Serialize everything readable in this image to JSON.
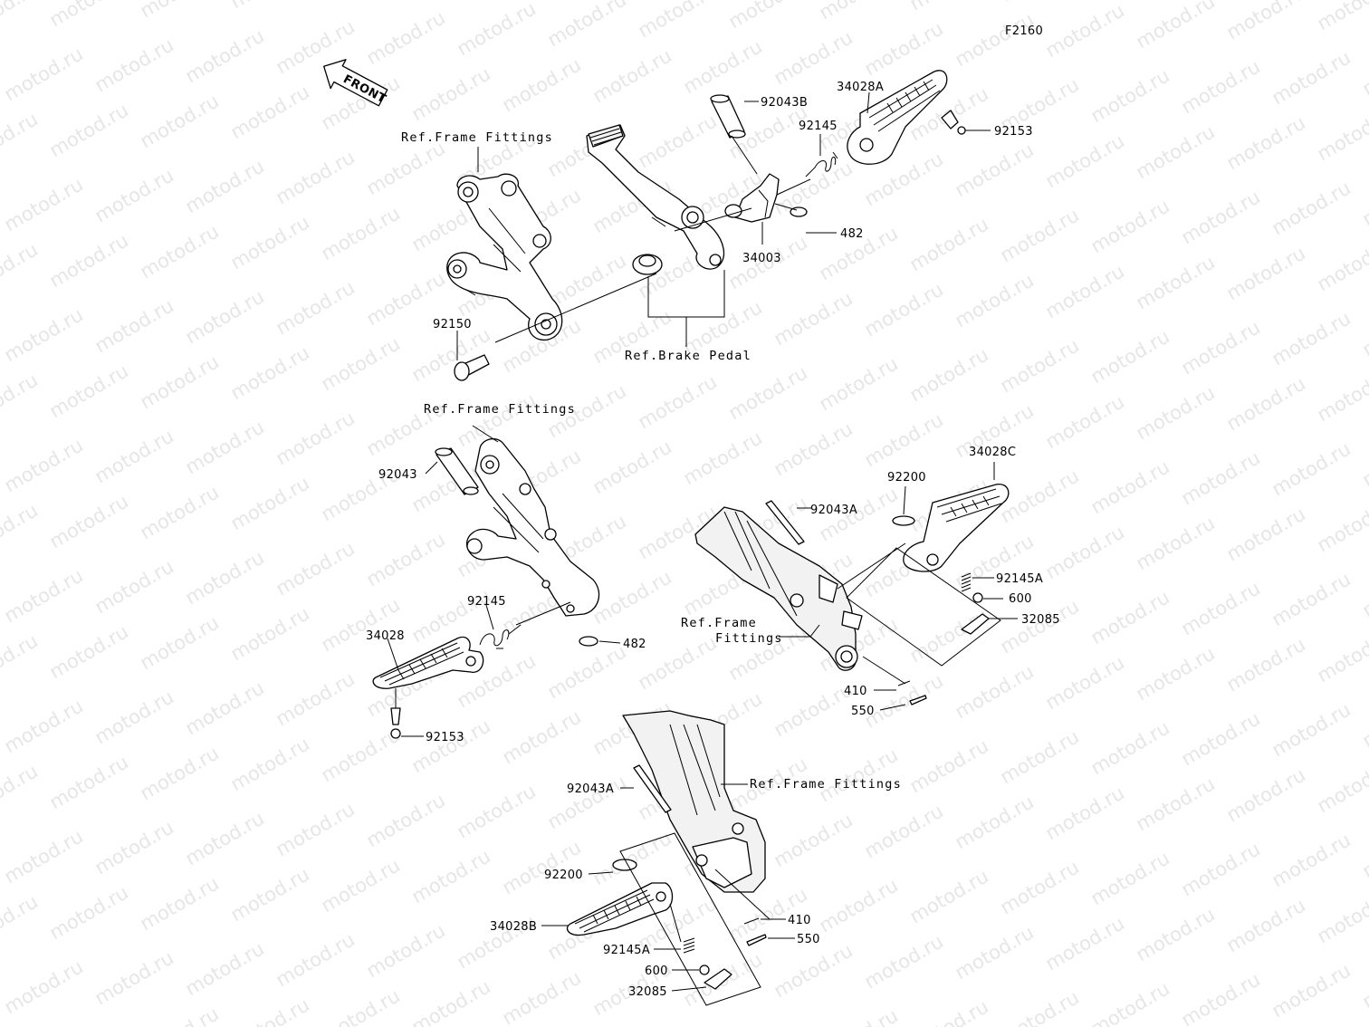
{
  "diagram_code": "F2160",
  "front_arrow": "FRONT",
  "watermark": "motod.ru",
  "labels": {
    "p92043B": "92043B",
    "p34028A": "34028A",
    "p92145_top": "92145",
    "p92153_top": "92153",
    "p482_top": "482",
    "p34003": "34003",
    "p92150": "92150",
    "p92043": "92043",
    "p92145_mid": "92145",
    "p482_mid": "482",
    "p34028": "34028",
    "p92153_mid": "92153",
    "p92200_r": "92200",
    "p34028C": "34028C",
    "p92043A_r": "92043A",
    "p92145A_r": "92145A",
    "p600_r": "600",
    "p32085_r": "32085",
    "p410_r": "410",
    "p550_r": "550",
    "p92043A_b": "92043A",
    "p92200_b": "92200",
    "p34028B": "34028B",
    "p410_b": "410",
    "p550_b": "550",
    "p92145A_b": "92145A",
    "p600_b": "600",
    "p32085_b": "32085"
  },
  "refs": {
    "frame_top": "Ref.Frame Fittings",
    "brake_pedal": "Ref.Brake Pedal",
    "frame_mid": "Ref.Frame Fittings",
    "frame_right_1": "Ref.Frame",
    "frame_right_2": "Fittings",
    "frame_bottom": "Ref.Frame Fittings"
  }
}
